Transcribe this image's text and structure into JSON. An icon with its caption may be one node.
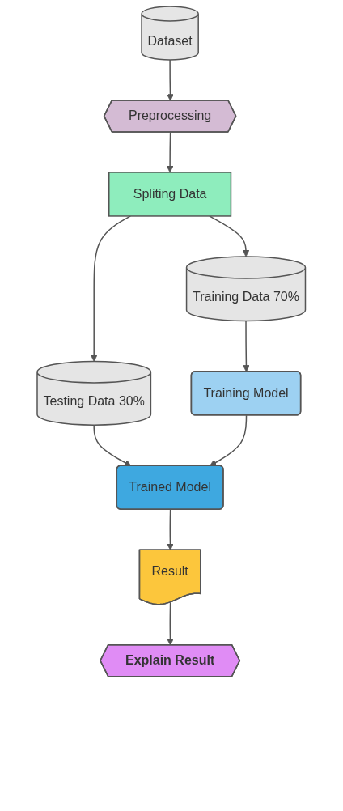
{
  "diagram": {
    "nodes": [
      {
        "text": [
          "Dataset"
        ]
      },
      {
        "text": [
          "Preprocessing"
        ]
      },
      {
        "text": [
          "Spliting Data"
        ]
      },
      {
        "text": [
          "Training Data 70%"
        ]
      },
      {
        "text": [
          "Training Model"
        ]
      },
      {
        "text": [
          "Testing Data 30%"
        ]
      },
      {
        "text": [
          "Trained Model"
        ]
      },
      {
        "text": [
          "Result"
        ]
      },
      {
        "text": [
          "Explain Result"
        ]
      }
    ],
    "edges": [
      {
        "from": 0,
        "to": 1,
        "arrow": "to"
      },
      {
        "from": 1,
        "to": 2,
        "arrow": "to"
      },
      {
        "from": 2,
        "to": 3,
        "arrow": "to"
      },
      {
        "from": 2,
        "to": 5,
        "arrow": "to"
      },
      {
        "from": 3,
        "to": 4,
        "arrow": "to"
      },
      {
        "from": 5,
        "to": 6,
        "arrow": "to"
      },
      {
        "from": 4,
        "to": 6,
        "arrow": "to"
      },
      {
        "from": 6,
        "to": 7,
        "arrow": "to"
      },
      {
        "from": 7,
        "to": 8,
        "arrow": "to"
      }
    ]
  }
}
